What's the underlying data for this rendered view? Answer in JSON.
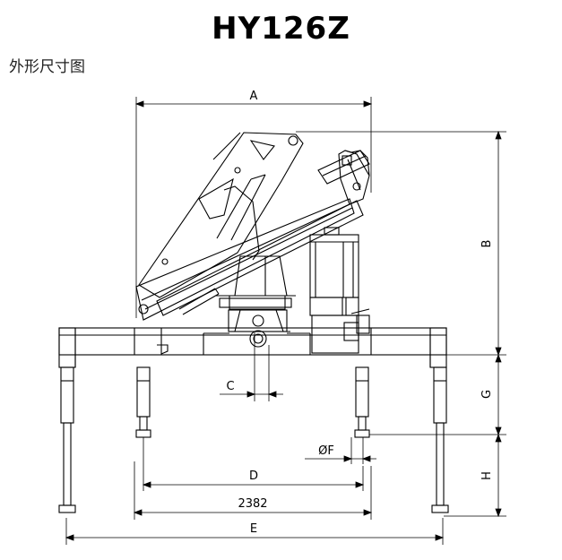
{
  "title": "HY126Z",
  "subtitle": "外形尺寸图",
  "dimensions": {
    "A": "A",
    "B": "B",
    "C": "C",
    "D": "D",
    "E": "E",
    "F": "ØF",
    "G": "G",
    "H": "H",
    "width_2382": "2382"
  }
}
